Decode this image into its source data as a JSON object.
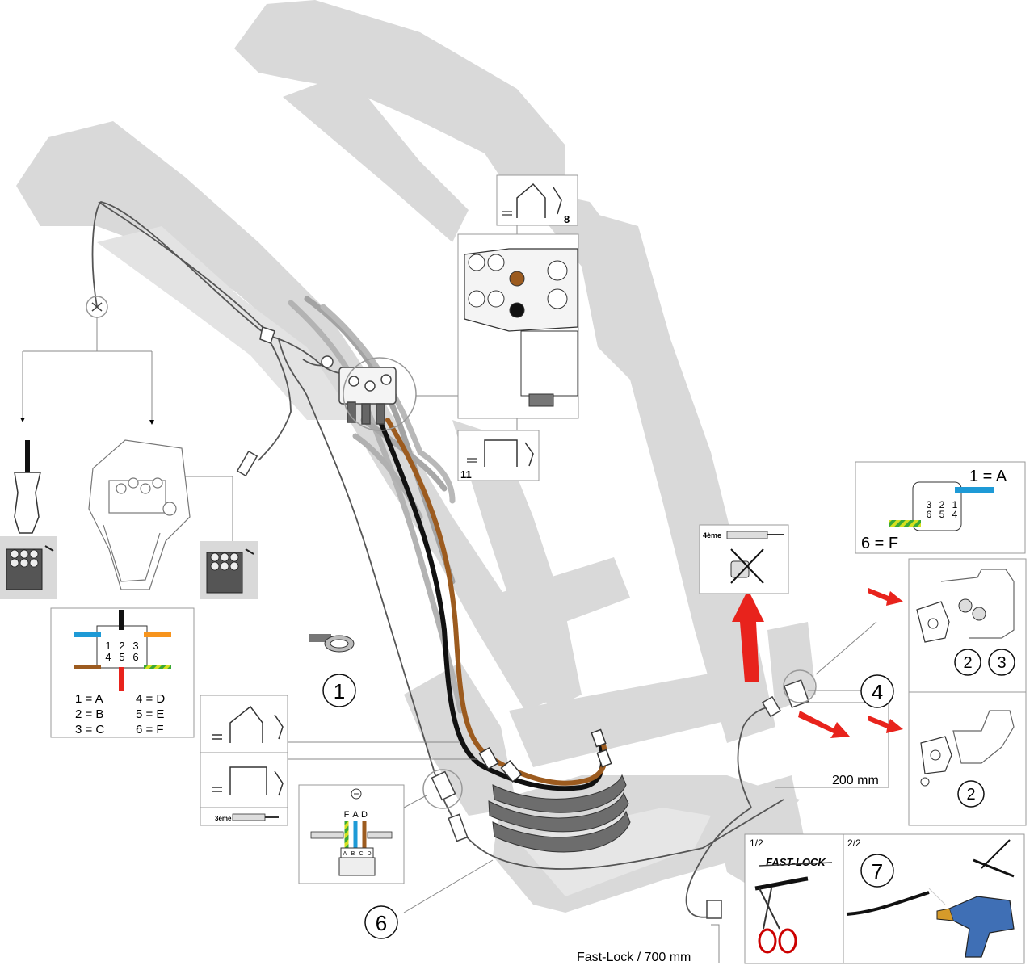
{
  "callouts": {
    "c1": "1",
    "c2a": "2",
    "c2b": "2",
    "c3": "3",
    "c4": "4",
    "c6": "6",
    "c7": "7",
    "c8": "8",
    "c11": "11"
  },
  "pin_legend": {
    "nums_top": [
      "1",
      "2",
      "3"
    ],
    "nums_bottom": [
      "4",
      "5",
      "6"
    ],
    "rows": [
      [
        "1 = A",
        "4 = D"
      ],
      [
        "2 = B",
        "5 = E"
      ],
      [
        "3 = C",
        "6 = F"
      ]
    ]
  },
  "socket_detail": {
    "label_top": "1 = A",
    "label_bottom": "6 = F",
    "nums_top": [
      "3",
      "2",
      "1"
    ],
    "nums_bottom": [
      "6",
      "5",
      "4"
    ]
  },
  "fourth_function_label": "4ème",
  "third_function_label": "3ème",
  "wire_letters": [
    "F",
    "A",
    "D"
  ],
  "connector_letters": [
    "A",
    "B",
    "C",
    "D"
  ],
  "distance_label": "200 mm",
  "fastlock_length_label": "Fast-Lock / 700 mm",
  "step_1_label": "1/2",
  "step_2_label": "2/2",
  "fastlock_text": "FAST-LOCK",
  "colors": {
    "blue": "#1e9ad6",
    "orange": "#f7941d",
    "brown": "#9c5b1f",
    "red": "#e8231c",
    "yellow": "#d6e020",
    "green": "#3aa935",
    "ghost_gray": "#d9d9d9",
    "hose_gray": "#6d6d6d"
  }
}
